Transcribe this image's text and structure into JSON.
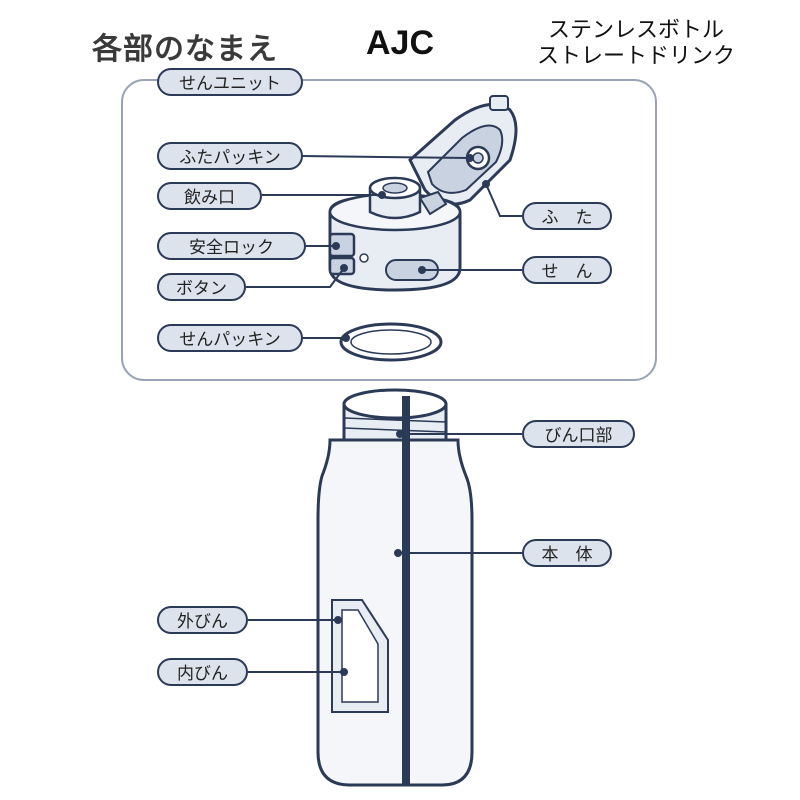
{
  "header": {
    "title": "各部のなまえ",
    "brand": "AJC",
    "product_line1": "ステンレスボトル",
    "product_line2": "ストレートドリンク"
  },
  "labels": {
    "sen_unit": "せんユニット",
    "futa_packing": "ふたパッキン",
    "nomikuchi": "飲み口",
    "anzen_lock": "安全ロック",
    "button": "ボタン",
    "sen_packing": "せんパッキン",
    "futa": "ふ　た",
    "sen": "せ　ん",
    "bin_kuchi": "びん口部",
    "hontai": "本　体",
    "soto_bin": "外びん",
    "uchi_bin": "内びん"
  },
  "colors": {
    "line": "#2b3a57",
    "label_fill": "#dde3ec",
    "part_fill": "#e8edf4"
  }
}
